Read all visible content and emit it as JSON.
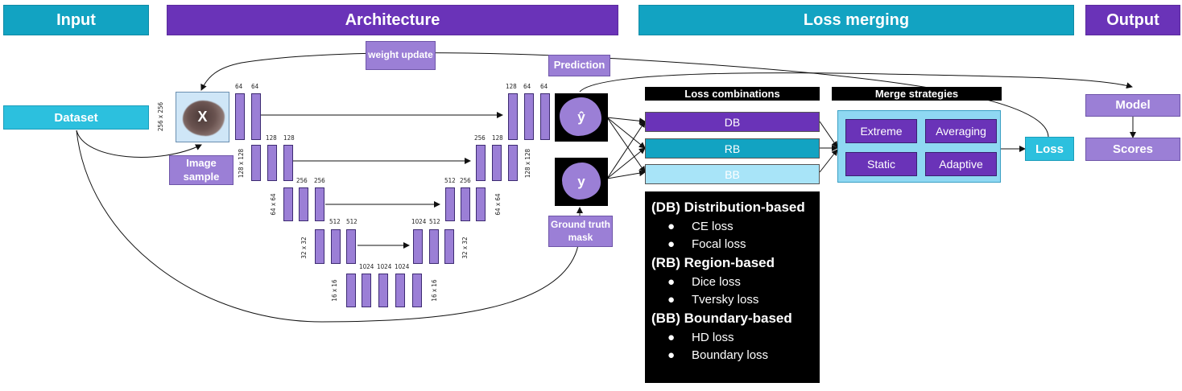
{
  "headers": {
    "input": "Input",
    "architecture": "Architecture",
    "loss_merging": "Loss merging",
    "output": "Output"
  },
  "dataset": "Dataset",
  "image_sample": "Image sample",
  "image_symbol": "X",
  "weight_update": "weight update",
  "prediction": "Prediction",
  "prediction_symbol": "ŷ",
  "ground_truth": "Ground truth mask",
  "ground_truth_symbol": "y",
  "unet": {
    "channels": {
      "enc1a": "64",
      "enc1b": "64",
      "enc2a": "128",
      "enc2b": "128",
      "enc3a": "256",
      "enc3b": "256",
      "enc4a": "512",
      "enc4b": "512",
      "bott1": "1024",
      "bott2": "1024",
      "bott3": "1024",
      "dec4a": "1024",
      "dec4b": "512",
      "dec3a": "512",
      "dec3b": "256",
      "dec2a": "256",
      "dec2b": "128",
      "dec1a": "128",
      "dec1b": "64",
      "dec1c": "64"
    },
    "sizes": {
      "input": "256 x 256",
      "enc2": "128 x 128",
      "enc3": "64 x 64",
      "enc4": "32 x 32",
      "bott_left": "16 x 16",
      "bott_right": "16 x 16",
      "dec4": "32 x 32",
      "dec3": "64 x 64",
      "dec2": "128 x 128"
    }
  },
  "loss_combinations": {
    "title": "Loss combinations",
    "items": [
      "DB",
      "RB",
      "BB"
    ]
  },
  "merge_strategies": {
    "title": "Merge strategies",
    "items": [
      "Extreme",
      "Averaging",
      "Static",
      "Adaptive"
    ]
  },
  "loss": "Loss",
  "model": "Model",
  "scores": "Scores",
  "legend": {
    "db": {
      "title": "(DB) Distribution-based",
      "items": [
        "CE loss",
        "Focal loss"
      ]
    },
    "rb": {
      "title": "(RB) Region-based",
      "items": [
        "Dice loss",
        "Tversky loss"
      ]
    },
    "bb": {
      "title": "(BB) Boundary-based",
      "items": [
        "HD loss",
        "Boundary loss"
      ]
    },
    "bullet": "●"
  },
  "colors": {
    "header_teal": "#12a3c2",
    "header_purple": "#6a33b8",
    "teal_box": "#2cc0de",
    "lavender": "#9b7fd6",
    "dark_purple": "#6a33b8",
    "db_fill": "#6a33b8",
    "rb_fill": "#12a3c2",
    "bb_fill": "#a8e4f8",
    "merge_panel": "#8fd8f2"
  }
}
